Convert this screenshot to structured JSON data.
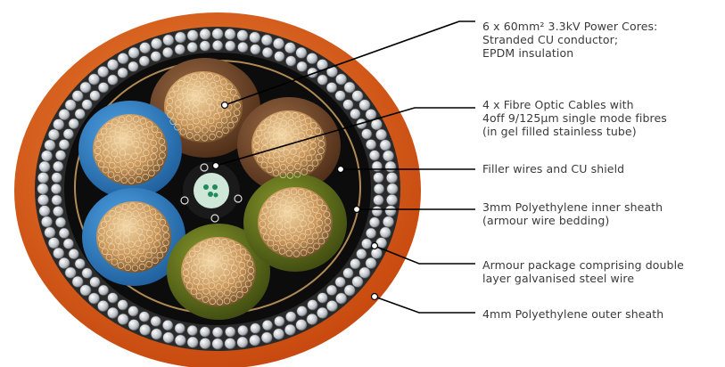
{
  "diagram": {
    "callouts": [
      {
        "id": "power-cores",
        "lines": [
          "6 x 60mm² 3.3kV Power Cores:",
          "Stranded CU conductor;",
          "EPDM insulation"
        ]
      },
      {
        "id": "fibre-optic",
        "lines": [
          "4 x Fibre Optic Cables with",
          "4off 9/125μm single mode fibres",
          "(in gel filled stainless tube)"
        ]
      },
      {
        "id": "filler-wires",
        "lines": [
          "Filler wires and CU shield"
        ]
      },
      {
        "id": "inner-sheath",
        "lines": [
          "3mm Polyethylene inner sheath",
          "(armour wire bedding)"
        ]
      },
      {
        "id": "armour",
        "lines": [
          "Armour package comprising double",
          "layer galvanised steel wire"
        ]
      },
      {
        "id": "outer-sheath",
        "lines": [
          "4mm Polyethylene outer sheath"
        ]
      }
    ],
    "colors": {
      "outer_sheath": "#e2621b",
      "armour_wire": "#c8ccd0",
      "inner_sheath": "#101010",
      "copper": "#c9965a",
      "core_blue": "#2f7fc4",
      "core_brown": "#7b4a2c",
      "core_green": "#5e6e1c",
      "fibre_tube": "#cfe7d8",
      "leader_line": "#000000"
    }
  }
}
